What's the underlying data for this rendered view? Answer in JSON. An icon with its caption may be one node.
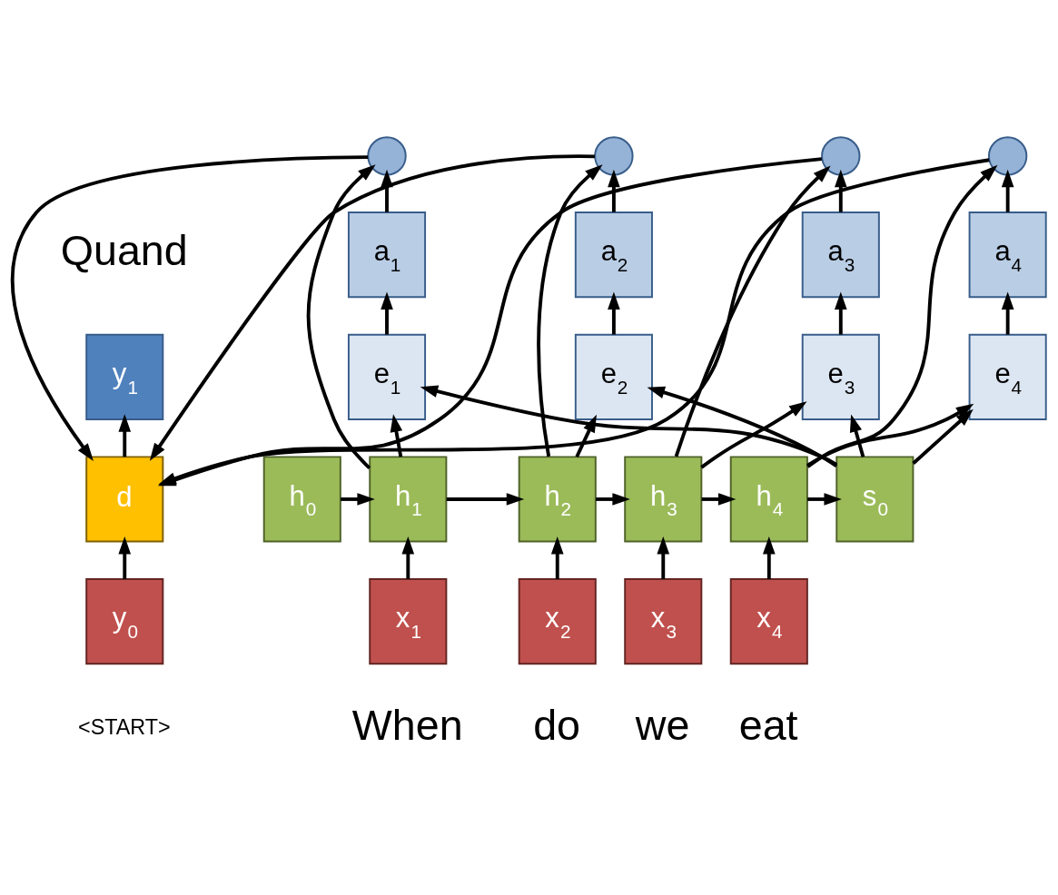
{
  "diagram": {
    "nodes": [
      {
        "text": [],
        "shape": "circle"
      },
      {
        "text": [],
        "shape": "circle"
      },
      {
        "text": [],
        "shape": "circle"
      },
      {
        "text": [],
        "shape": "circle"
      },
      {
        "text": [
          "a$_{1}$"
        ]
      },
      {
        "text": [
          "a$_{2}$"
        ]
      },
      {
        "text": [
          "a$_{3}$"
        ]
      },
      {
        "text": [
          "a$_{4}$"
        ]
      },
      {
        "text": [
          "e$_{1}$"
        ]
      },
      {
        "text": [
          "e$_{2}$"
        ]
      },
      {
        "text": [
          "e$_{3}$"
        ]
      },
      {
        "text": [
          "e$_{4}$"
        ]
      },
      {
        "text": [
          "h$_{0}$"
        ]
      },
      {
        "text": [
          "h$_{1}$"
        ]
      },
      {
        "text": [
          "h$_{2}$"
        ]
      },
      {
        "text": [
          "h$_{3}$"
        ]
      },
      {
        "text": [
          "h$_{4}$"
        ]
      },
      {
        "text": [
          "s$_{0}$"
        ]
      },
      {
        "text": [
          "x$_{1}$"
        ],
        "beside": [
          "When"
        ]
      },
      {
        "text": [
          "x$_{2}$"
        ],
        "beside": [
          "do"
        ]
      },
      {
        "text": [
          "x$_{3}$"
        ],
        "beside": [
          "we"
        ]
      },
      {
        "text": [
          "x$_{4}$"
        ],
        "beside": [
          "eat"
        ]
      },
      {
        "text": [
          "y$_{1}$"
        ],
        "beside": [
          "Quand"
        ]
      },
      {
        "text": [
          "d"
        ]
      },
      {
        "text": [
          "y$_{0}$"
        ],
        "beside": [
          "<START>"
        ]
      }
    ],
    "edges": [
      {
        "from": 12,
        "to": 13,
        "arrow": "to"
      },
      {
        "from": 13,
        "to": 14,
        "arrow": "to"
      },
      {
        "from": 14,
        "to": 15,
        "arrow": "to"
      },
      {
        "from": 15,
        "to": 16,
        "arrow": "to"
      },
      {
        "from": 16,
        "to": 17,
        "arrow": "to"
      },
      {
        "from": 18,
        "to": 13,
        "arrow": "to"
      },
      {
        "from": 19,
        "to": 14,
        "arrow": "to"
      },
      {
        "from": 20,
        "to": 15,
        "arrow": "to"
      },
      {
        "from": 21,
        "to": 16,
        "arrow": "to"
      },
      {
        "from": 13,
        "to": 8,
        "arrow": "to"
      },
      {
        "from": 14,
        "to": 9,
        "arrow": "to"
      },
      {
        "from": 15,
        "to": 10,
        "arrow": "to"
      },
      {
        "from": 16,
        "to": 11,
        "arrow": "to"
      },
      {
        "from": 17,
        "to": 8,
        "arrow": "to"
      },
      {
        "from": 17,
        "to": 9,
        "arrow": "to"
      },
      {
        "from": 17,
        "to": 10,
        "arrow": "to"
      },
      {
        "from": 17,
        "to": 11,
        "arrow": "to"
      },
      {
        "from": 8,
        "to": 4,
        "arrow": "to"
      },
      {
        "from": 9,
        "to": 5,
        "arrow": "to"
      },
      {
        "from": 10,
        "to": 6,
        "arrow": "to"
      },
      {
        "from": 11,
        "to": 7,
        "arrow": "to"
      },
      {
        "from": 4,
        "to": 0,
        "arrow": "to"
      },
      {
        "from": 5,
        "to": 1,
        "arrow": "to"
      },
      {
        "from": 6,
        "to": 2,
        "arrow": "to"
      },
      {
        "from": 7,
        "to": 3,
        "arrow": "to"
      },
      {
        "from": 13,
        "to": 0,
        "arrow": "to"
      },
      {
        "from": 14,
        "to": 1,
        "arrow": "to"
      },
      {
        "from": 15,
        "to": 2,
        "arrow": "to"
      },
      {
        "from": 16,
        "to": 3,
        "arrow": "to"
      },
      {
        "from": 0,
        "to": 23,
        "arrow": "to"
      },
      {
        "from": 1,
        "to": 23,
        "arrow": "to"
      },
      {
        "from": 2,
        "to": 23,
        "arrow": "to"
      },
      {
        "from": 3,
        "to": 23,
        "arrow": "to"
      },
      {
        "from": 24,
        "to": 23,
        "arrow": "to"
      },
      {
        "from": 23,
        "to": 22,
        "arrow": "to"
      }
    ]
  }
}
